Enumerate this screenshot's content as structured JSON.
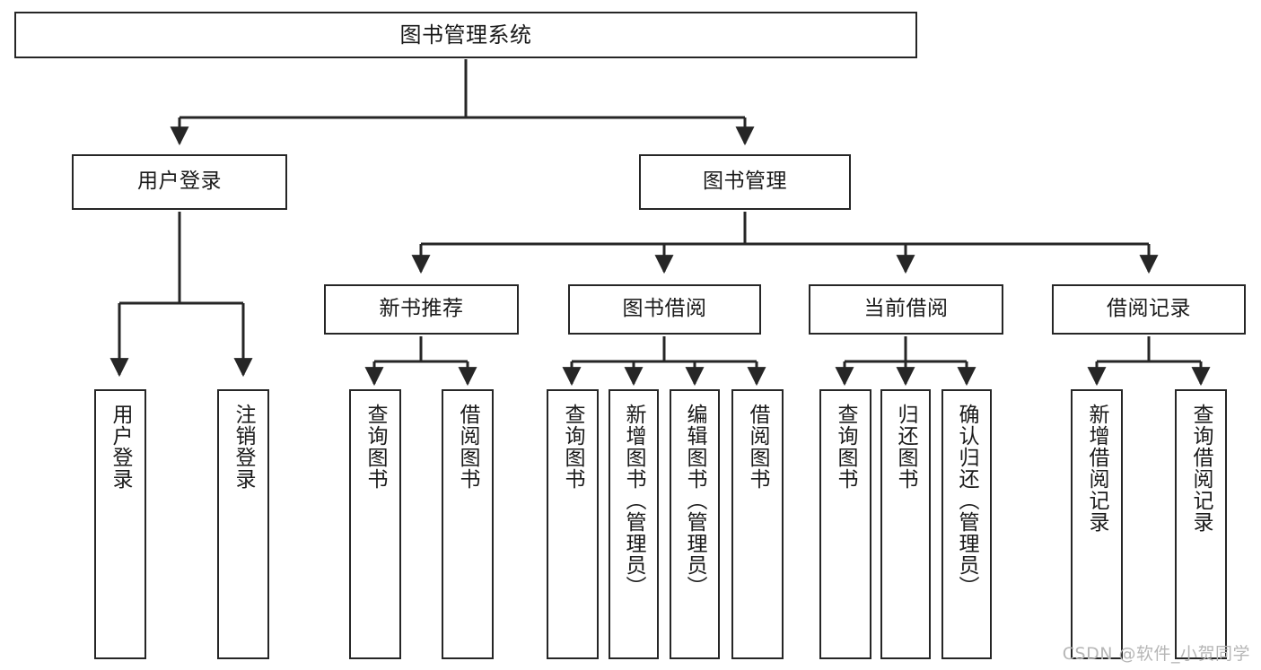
{
  "diagram": {
    "type": "tree",
    "title": "图书管理系统",
    "orientation": "top-down",
    "watermark": "CSDN @软件_小贺同学",
    "colors": {
      "box_border": "#262626",
      "box_fill": "#ffffff",
      "connector": "#262626",
      "text": "#1a1a1a",
      "watermark": "#b6b6b6",
      "background": "#ffffff"
    },
    "nodes": {
      "root": {
        "label": "图书管理系统",
        "level": 0
      },
      "level1": [
        {
          "id": "user-login",
          "label": "用户登录"
        },
        {
          "id": "book-manage",
          "label": "图书管理"
        }
      ],
      "level2": [
        {
          "id": "new-book-recommend",
          "label": "新书推荐",
          "parent": "book-manage"
        },
        {
          "id": "book-borrow",
          "label": "图书借阅",
          "parent": "book-manage"
        },
        {
          "id": "current-borrow",
          "label": "当前借阅",
          "parent": "book-manage"
        },
        {
          "id": "borrow-record",
          "label": "借阅记录",
          "parent": "book-manage"
        }
      ],
      "leaves": [
        {
          "id": "leaf-user-login",
          "label": "用户登录",
          "parent": "user-login"
        },
        {
          "id": "leaf-logout",
          "label": "注销登录",
          "parent": "user-login"
        },
        {
          "id": "leaf-query-book-1",
          "label": "查询图书",
          "parent": "new-book-recommend"
        },
        {
          "id": "leaf-borrow-book-1",
          "label": "借阅图书",
          "parent": "new-book-recommend"
        },
        {
          "id": "leaf-query-book-2",
          "label": "查询图书",
          "parent": "book-borrow"
        },
        {
          "id": "leaf-add-book",
          "label": "新增图书（管理员）",
          "parent": "book-borrow"
        },
        {
          "id": "leaf-edit-book",
          "label": "编辑图书（管理员）",
          "parent": "book-borrow"
        },
        {
          "id": "leaf-borrow-book-2",
          "label": "借阅图书",
          "parent": "book-borrow"
        },
        {
          "id": "leaf-query-book-3",
          "label": "查询图书",
          "parent": "current-borrow"
        },
        {
          "id": "leaf-return-book",
          "label": "归还图书",
          "parent": "current-borrow"
        },
        {
          "id": "leaf-confirm-return",
          "label": "确认归还（管理员）",
          "parent": "current-borrow"
        },
        {
          "id": "leaf-add-record",
          "label": "新增借阅记录",
          "parent": "borrow-record"
        },
        {
          "id": "leaf-query-record",
          "label": "查询借阅记录",
          "parent": "borrow-record"
        }
      ]
    }
  }
}
